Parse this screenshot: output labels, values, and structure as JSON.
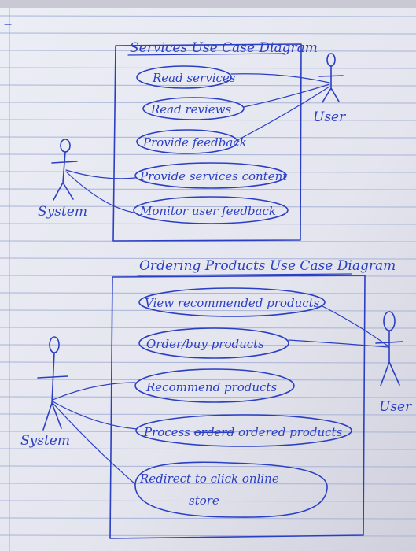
{
  "diagram1": {
    "title": "Services Use Case Diagram",
    "actor_left": "System",
    "actor_right": "User",
    "use_cases": [
      "Read services",
      "Read reviews",
      "Provide feedback",
      "Provide services content",
      "Monitor user feedback"
    ]
  },
  "diagram2": {
    "title": "Ordering Products Use Case Diagram",
    "actor_left": "System",
    "actor_right": "User",
    "use_cases": [
      "View recommended products",
      "Order/buy products",
      "Recommend products"
    ],
    "use_case_4_prefix": "Process",
    "use_case_4_struck": "orderd",
    "use_case_4_suffix": "ordered products",
    "use_case_5_line1": "Redirect to click online",
    "use_case_5_line2": "store"
  },
  "colors": {
    "ink": "#2b3fc4",
    "paper": "#e8e9f2",
    "ruled_lines": "#a9b3d6"
  }
}
